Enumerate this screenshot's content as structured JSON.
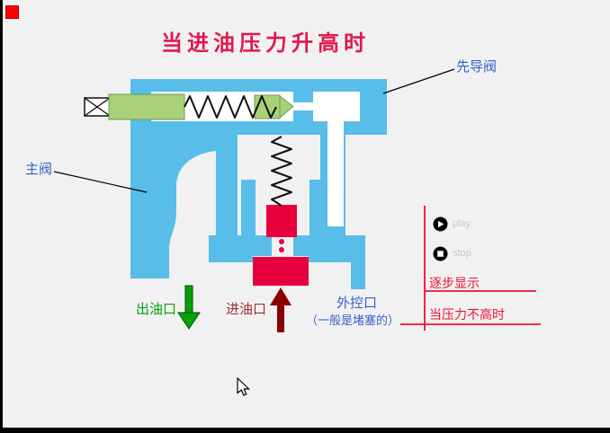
{
  "title": "当进油压力升高时",
  "diagram": {
    "pilot_valve_label": "先导阀",
    "main_valve_label": "主阀",
    "outlet_label": "出油口",
    "inlet_label": "进油口",
    "external_port_label": "外控口",
    "external_port_note": "（一般是堵塞的）"
  },
  "controls": {
    "play_label": "play",
    "stop_label": "stop"
  },
  "annotations": {
    "step_note": "逐步显示",
    "pressure_note": "当压力不高时"
  },
  "colors": {
    "blue": "#58bde8",
    "green": "#a8d179",
    "crimson": "#e8003c",
    "darkred": "#8b0000",
    "garrow": "#07a007",
    "titlered": "#e0184e",
    "accent": "#ee1133",
    "labelblue": "#3a5fcd",
    "inlettext": "#a03030",
    "greylabel": "#c9c9c9"
  }
}
